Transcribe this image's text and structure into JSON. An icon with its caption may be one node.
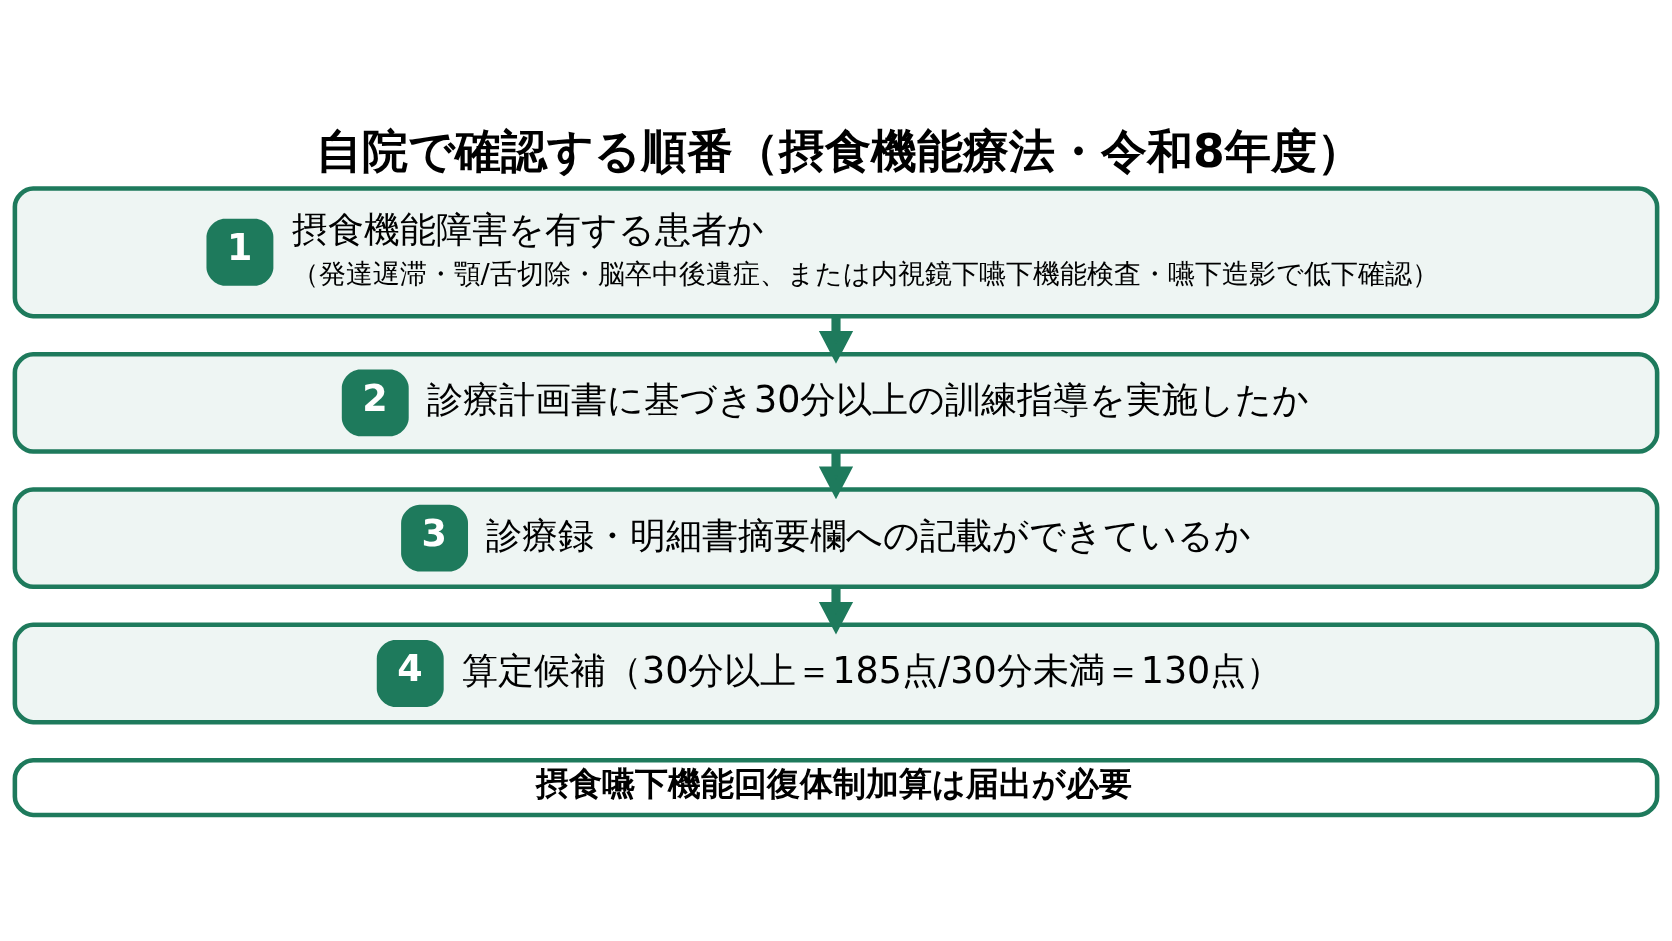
{
  "diagram": {
    "title": "自院で確認する順番（摂食機能療法・令和8年度）",
    "nodes": [
      {
        "text": [
          "1",
          "摂食機能障害を有する患者か",
          "（発達遅滞・顎/舌切除・脳卒中後遺症、または内視鏡下嚥下機能検査・嚥下造影で低下確認）"
        ]
      },
      {
        "text": [
          "2",
          "診療計画書に基づき30分以上の訓練指導を実施したか"
        ]
      },
      {
        "text": [
          "3",
          "診療録・明細書摘要欄への記載ができているか"
        ]
      },
      {
        "text": [
          "4",
          "算定候補（30分以上＝185点/30分未満＝130点）"
        ]
      },
      {
        "text": [
          "摂食嚥下機能回復体制加算は届出が必要"
        ]
      }
    ],
    "edges": [
      {
        "from": 0,
        "to": 1,
        "arrow": "to"
      },
      {
        "from": 1,
        "to": 2,
        "arrow": "to"
      },
      {
        "from": 2,
        "to": 3,
        "arrow": "to"
      }
    ]
  }
}
